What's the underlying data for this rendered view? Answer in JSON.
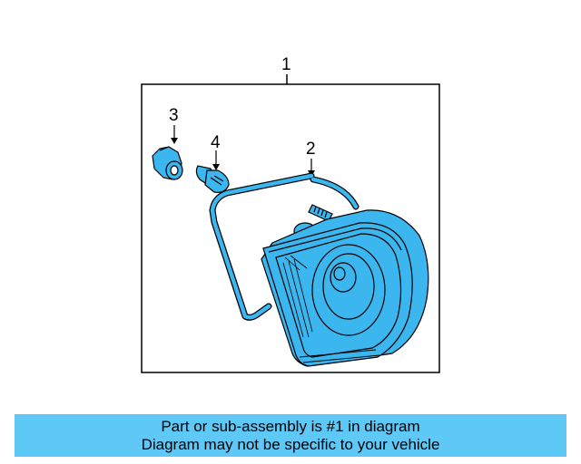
{
  "callouts": {
    "part1": "1",
    "part2": "2",
    "part3": "3",
    "part4": "4"
  },
  "parts": [
    {
      "number": "1",
      "icon": "tail-lamp-assembly"
    },
    {
      "number": "2",
      "icon": "gasket-seal"
    },
    {
      "number": "3",
      "icon": "bulb-socket"
    },
    {
      "number": "4",
      "icon": "bulb"
    }
  ],
  "banner": {
    "line1": "Part or sub-assembly is #1 in diagram",
    "line2": "Diagram may not be specific to your vehicle"
  },
  "colors": {
    "part_fill": "#3cb6ef",
    "banner_bg": "#5ec8f6",
    "outline": "#000000"
  }
}
